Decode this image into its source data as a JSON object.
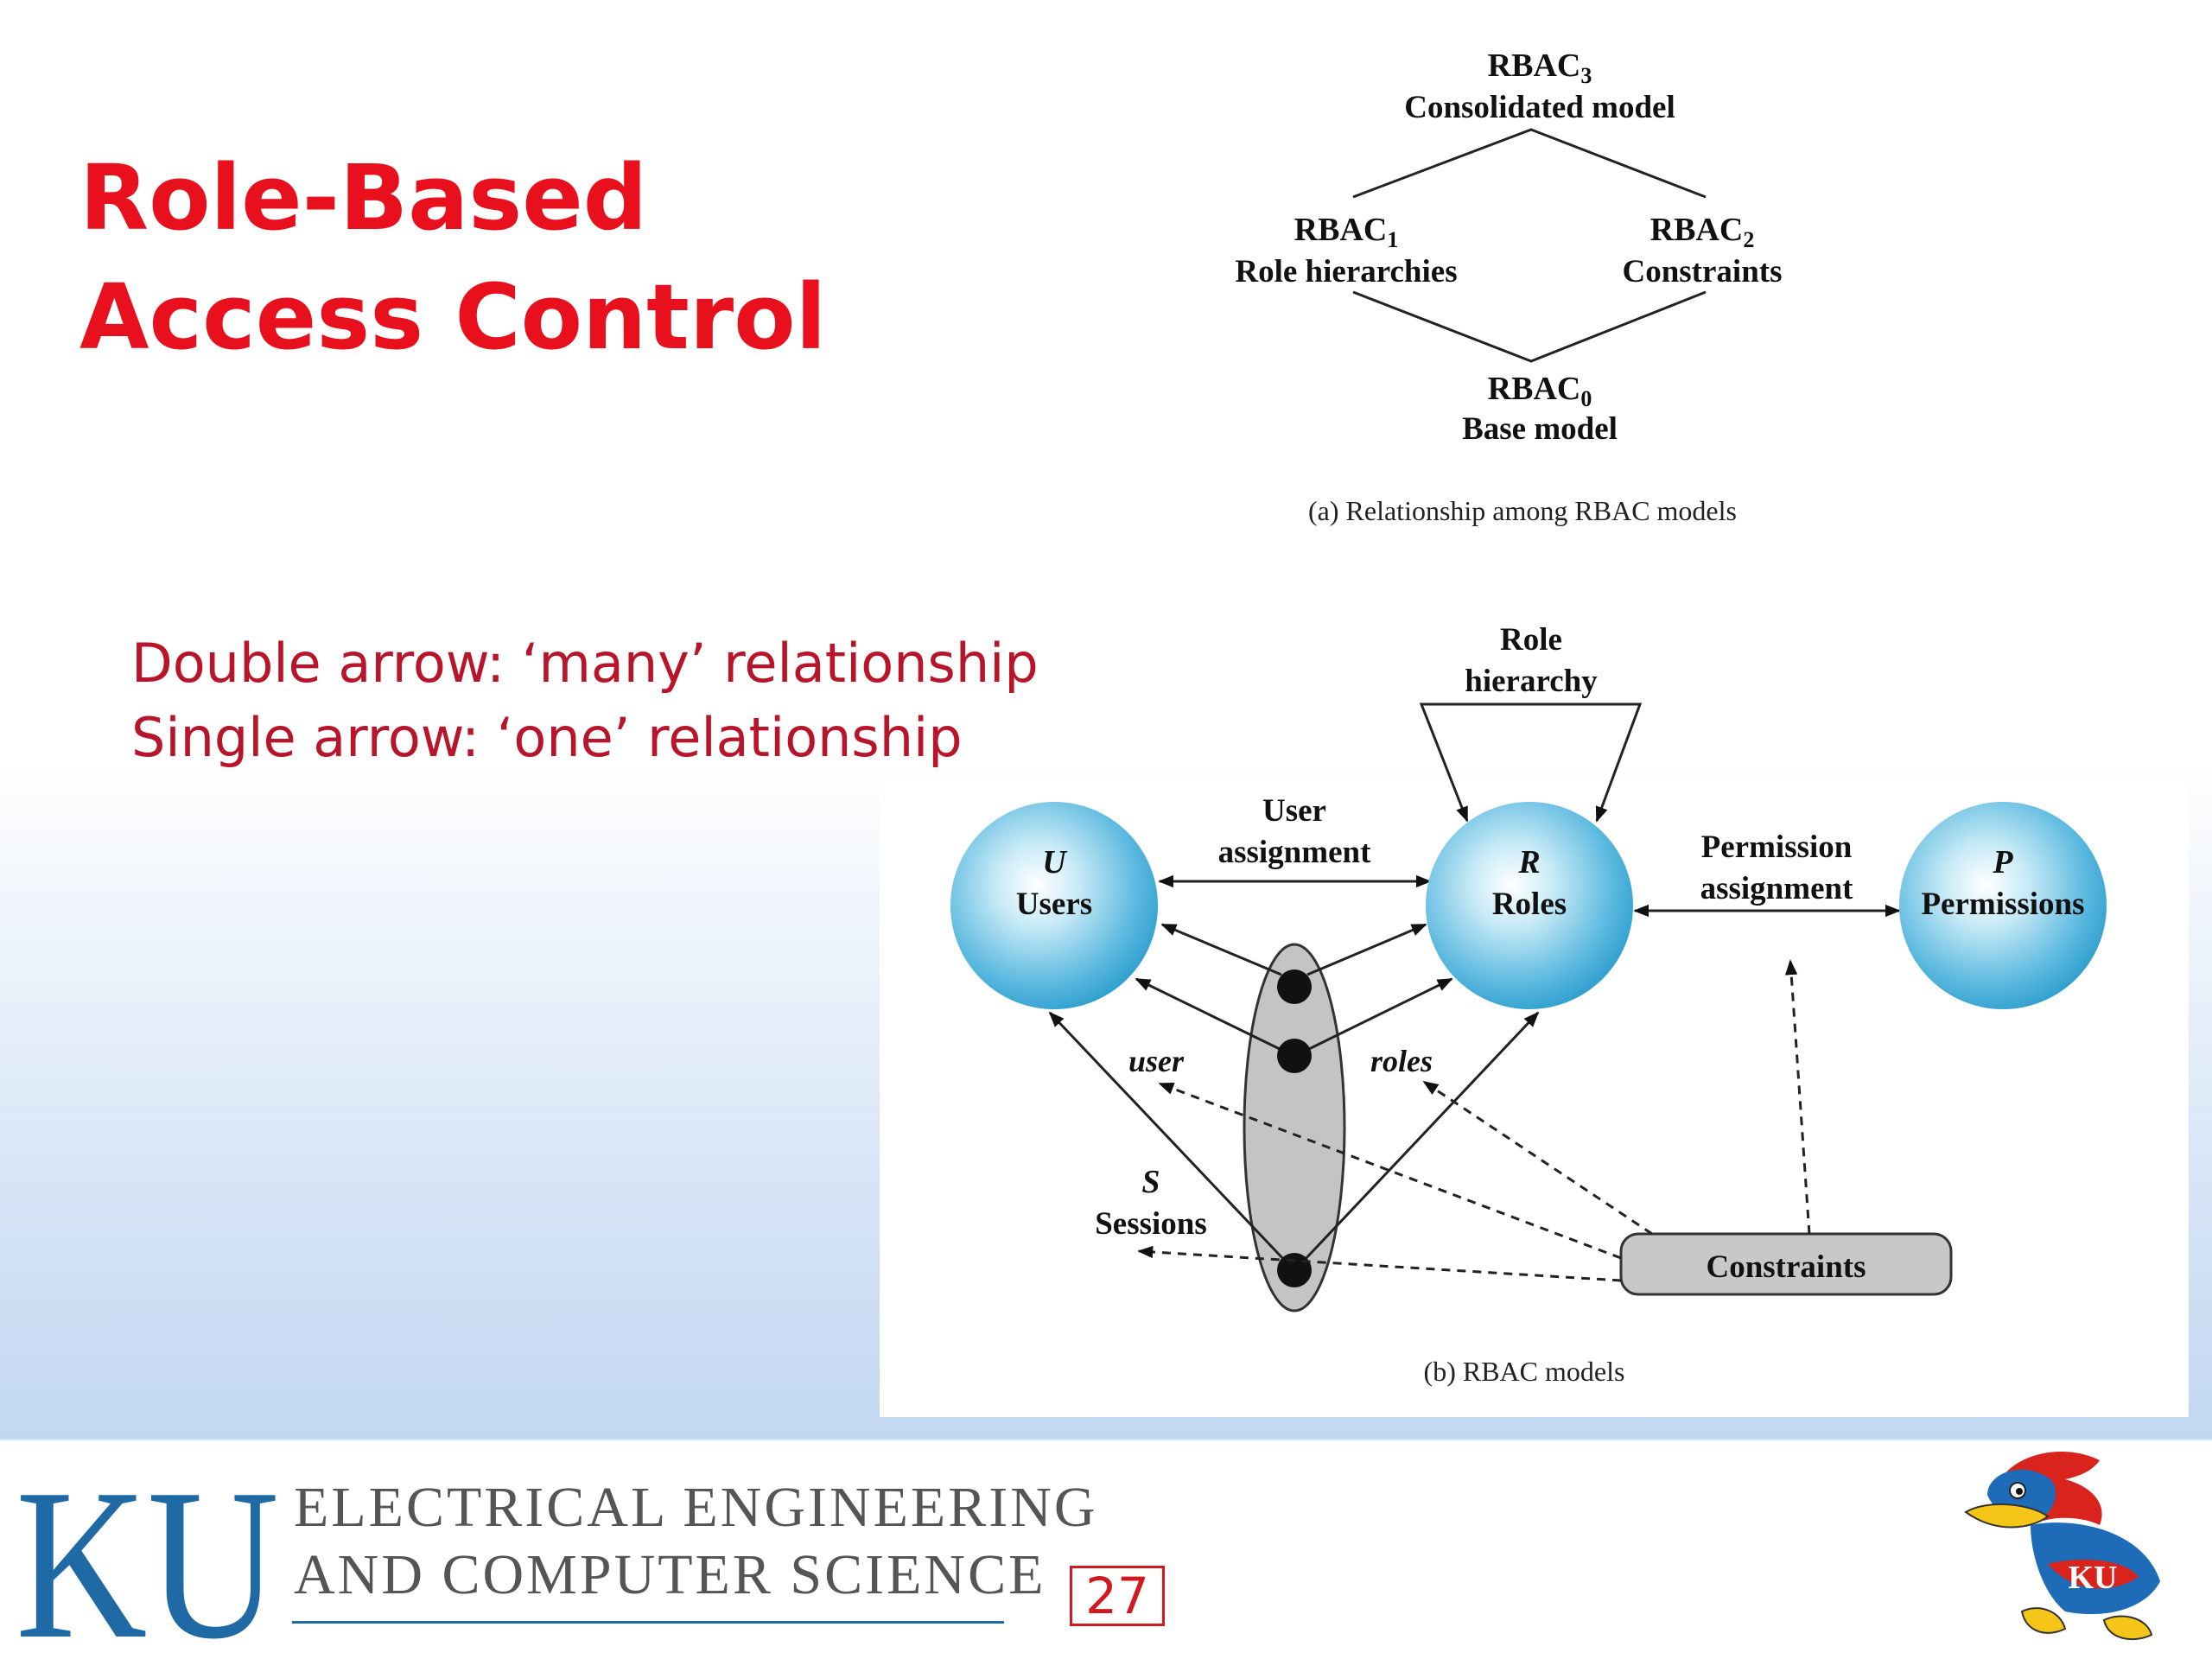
{
  "slide": {
    "title_line1": "Role-Based",
    "title_line2": "Access Control",
    "note_line1": "Double arrow: ‘many’ relationship",
    "note_line2": "Single arrow: ‘one’ relationship",
    "page_number": "27"
  },
  "footer": {
    "logo_text": "KU",
    "dept_line1": "ELECTRICAL ENGINEERING",
    "dept_line2": "AND COMPUTER SCIENCE",
    "mascot_text": "KU",
    "rule_color": "#1b6fa8"
  },
  "diagram_a": {
    "top": {
      "name": "RBAC",
      "sub": "3",
      "desc": "Consolidated model"
    },
    "left": {
      "name": "RBAC",
      "sub": "1",
      "desc": "Role hierarchies"
    },
    "right": {
      "name": "RBAC",
      "sub": "2",
      "desc": "Constraints"
    },
    "bottom": {
      "name": "RBAC",
      "sub": "0",
      "desc": "Base model"
    },
    "caption": "(a) Relationship among RBAC models"
  },
  "diagram_b": {
    "users": {
      "symbol": "U",
      "label": "Users"
    },
    "roles": {
      "symbol": "R",
      "label": "Roles"
    },
    "permissions": {
      "symbol": "P",
      "label": "Permissions"
    },
    "sessions": {
      "symbol": "S",
      "label": "Sessions"
    },
    "role_hierarchy_line1": "Role",
    "role_hierarchy_line2": "hierarchy",
    "user_assignment_line1": "User",
    "user_assignment_line2": "assignment",
    "permission_assignment_line1": "Permission",
    "permission_assignment_line2": "assignment",
    "user_label": "user",
    "roles_label": "roles",
    "constraints": "Constraints",
    "caption": "(b) RBAC models"
  },
  "colors": {
    "title": "#e8101d",
    "note": "#b8152a",
    "circle_fill": "#3fa9d6",
    "session_fill": "#c4c4c4",
    "constraints_fill": "#c8c8c8"
  }
}
